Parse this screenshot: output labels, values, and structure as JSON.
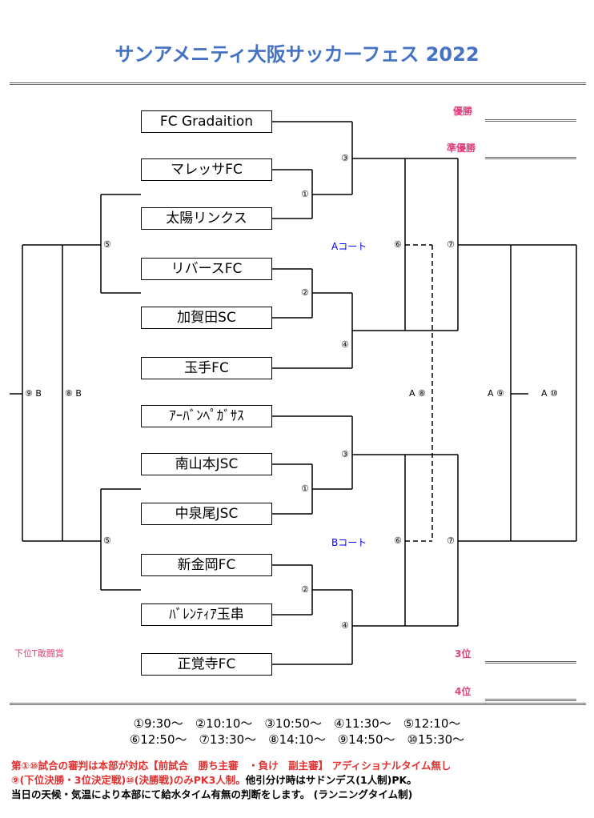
{
  "title": "サンアメニティ大阪サッカーフェス 2022",
  "ranks": {
    "first": "優勝",
    "second": "準優勝",
    "third": "3位",
    "fourth": "4位",
    "fighting_spirit": "下位T敢闘賞"
  },
  "courts": {
    "a": "Aコート",
    "b": "Bコート"
  },
  "teams": [
    "FC Gradaition",
    "マレッサFC",
    "太陽リンクス",
    "リバースFC",
    "加賀田SC",
    "玉手FC",
    "ｱｰﾊﾞﾝﾍﾟｶﾞｻｽ",
    "南山本JSC",
    "中泉尾JSC",
    "新金岡FC",
    "ﾊﾞﾚﾝﾃｨｱ玉串",
    "正覚寺FC"
  ],
  "match_labels": {
    "a1": "①",
    "a2": "②",
    "a3": "③",
    "a4": "④",
    "a5": "⑤",
    "a6": "⑥",
    "a7": "⑦",
    "b1": "①",
    "b2": "②",
    "b3": "③",
    "b4": "④",
    "b5": "⑤",
    "b6": "⑥",
    "b7": "⑦",
    "m8_left": "⑧ B",
    "m9_left": "⑨ B",
    "m8_right": "A ⑧",
    "m9_right": "A ⑨",
    "m10_right": "A ⑩"
  },
  "schedule": {
    "row1": "①9:30～　②10:10～　③10:50～　④11:30～　⑤12:10～",
    "row2": "⑥12:50～　⑦13:30～　⑧14:10～　⑨14:50～　⑩15:30～"
  },
  "notes": {
    "line1": "第①⑩試合の審判は本部が対応【前試合　勝ち主審　・負け　副主審】 アディショナルタイム無し",
    "line2_red": "⑨(下位決勝・3位決定戦)⑩(決勝戦)のみPK3人制。",
    "line2_black": "他引分け時はサドンデス(1人制)PK。",
    "line3": "当日の天候・気温により本部にて給水タイム有無の判断をします。 (ランニングタイム制)"
  },
  "colors": {
    "title": "#4472c4",
    "rank": "#e0407b",
    "court": "#0000ff",
    "note_red": "#e03030"
  }
}
